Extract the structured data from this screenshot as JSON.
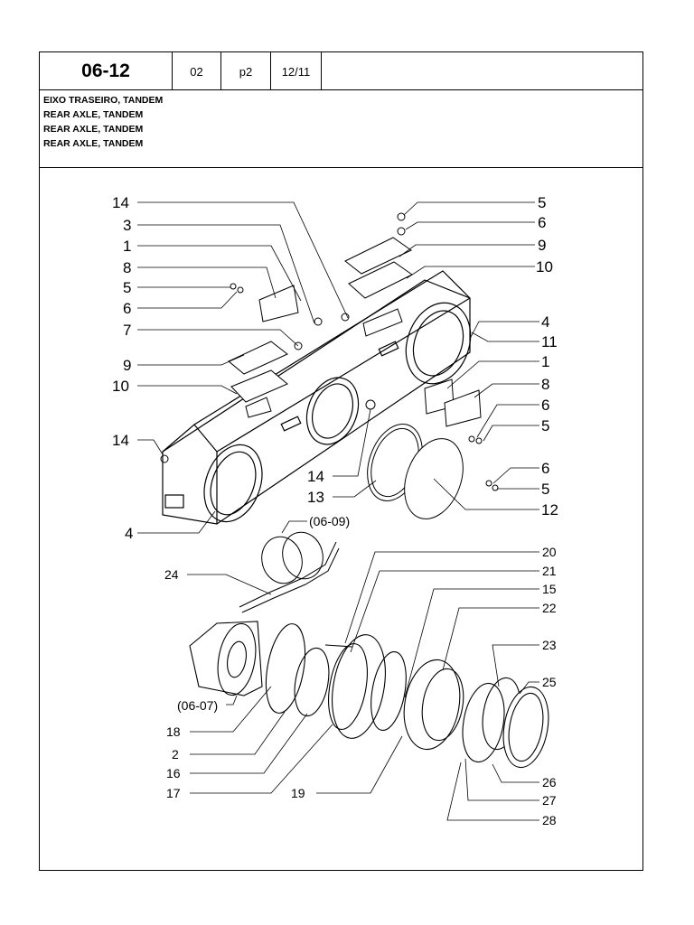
{
  "header": {
    "code": "06-12",
    "col2": "02",
    "col3": "p2",
    "col4": "12/11"
  },
  "titles": [
    "EIXO TRASEIRO, TANDEM",
    "REAR AXLE, TANDEM",
    "REAR AXLE, TANDEM",
    "REAR AXLE, TANDEM"
  ],
  "callouts": {
    "l14a": "14",
    "l3": "3",
    "l1a": "1",
    "l8a": "8",
    "l5a": "5",
    "l6a": "6",
    "l7": "7",
    "l9a": "9",
    "l10a": "10",
    "l14b": "14",
    "l4a": "4",
    "r5a": "5",
    "r6a": "6",
    "r9": "9",
    "r10": "10",
    "r4": "4",
    "r11": "11",
    "r1": "1",
    "r8": "8",
    "r6b": "6",
    "r5b": "5",
    "r6c": "6",
    "r5c": "5",
    "r12": "12",
    "c14": "14",
    "c13": "13",
    "ref0609": "(06-09)",
    "l24": "24",
    "ref0607": "(06-07)",
    "r20": "20",
    "r21": "21",
    "r15": "15",
    "r22": "22",
    "r23": "23",
    "r25": "25",
    "r26": "26",
    "r27": "27",
    "r28": "28",
    "l18": "18",
    "l2": "2",
    "l16": "16",
    "l17": "17",
    "c19": "19"
  }
}
